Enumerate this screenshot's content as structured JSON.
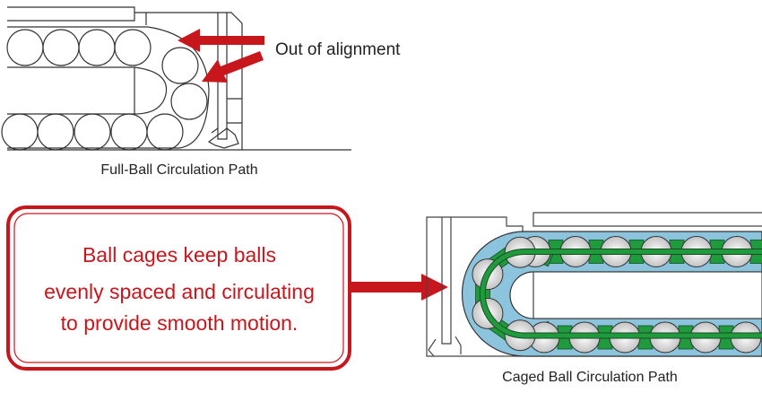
{
  "top_diagram": {
    "annotation": "Out of alignment",
    "caption": "Full-Ball Circulation Path"
  },
  "callout": {
    "lines": [
      "Ball cages keep balls",
      "evenly spaced and circulating",
      "to provide smooth motion."
    ]
  },
  "bottom_diagram": {
    "caption": "Caged Ball Circulation Path"
  },
  "colors": {
    "red": "#c8161d",
    "cage_green": "#1f9a3c",
    "channel_blue": "#8cc4de",
    "ball_gray": "#e2e2e2"
  }
}
